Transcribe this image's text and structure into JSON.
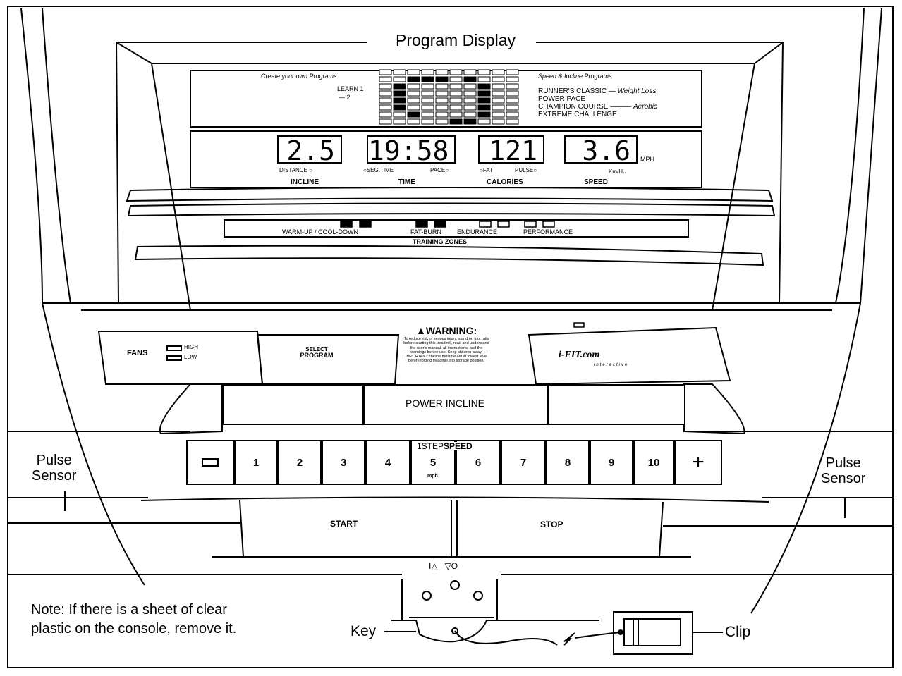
{
  "header": {
    "title": "Program Display"
  },
  "program_panel": {
    "left_caption": "Create your own Programs",
    "learn1": "LEARN 1",
    "learn2": "2",
    "right_caption": "Speed & Incline Programs",
    "programs": [
      "RUNNER'S CLASSIC",
      "POWER PACE",
      "CHAMPION COURSE",
      "EXTREME CHALLENGE"
    ],
    "tag_weight_loss": "Weight Loss",
    "tag_aerobic": "Aerobic"
  },
  "displays": {
    "distance": {
      "value": "2.5",
      "sub": "DISTANCE",
      "label": "INCLINE"
    },
    "time": {
      "value": "19:58",
      "sub_left": "SEG.TIME",
      "sub_right": "PACE",
      "label": "TIME"
    },
    "calories": {
      "value": "121",
      "sub_left": "FAT",
      "sub_right": "PULSE",
      "label": "CALORIES"
    },
    "speed": {
      "value": "3.6",
      "unit": "MPH",
      "sub": "Km/H",
      "label": "SPEED"
    }
  },
  "zones": {
    "items": [
      "WARM-UP / COOL-DOWN",
      "FAT-BURN",
      "ENDURANCE",
      "PERFORMANCE"
    ],
    "title": "TRAINING ZONES"
  },
  "controls": {
    "fans": "FANS",
    "high": "HIGH",
    "low": "LOW",
    "select_program": [
      "SELECT",
      "PROGRAM"
    ],
    "warning_title": "WARNING:",
    "warning_text": [
      "To reduce risk of serious injury, stand on foot rails",
      "before starting this treadmill, read and understand",
      "the user's manual, all instructions, and the",
      "warnings before use. Keep children away.",
      "IMPORTANT: Incline must be set at lowest level",
      "before folding treadmill into storage position."
    ],
    "ifit_logo": "i-FIT.com",
    "ifit_sub": "interactive",
    "power_incline": "POWER INCLINE",
    "step_speed_prefix": "1STEP",
    "step_speed": "SPEED",
    "mph": "mph",
    "speed_keys": [
      "1",
      "2",
      "3",
      "4",
      "5",
      "6",
      "7",
      "8",
      "9",
      "10"
    ],
    "minus": "−",
    "plus": "+",
    "start": "START",
    "stop": "STOP",
    "key_marks": "I△   ▽O"
  },
  "callouts": {
    "pulse_left": [
      "Pulse",
      "Sensor"
    ],
    "pulse_right": [
      "Pulse",
      "Sensor"
    ],
    "note": [
      "Note: If there is a sheet of clear",
      "plastic on the console, remove it."
    ],
    "key": "Key",
    "clip": "Clip"
  }
}
